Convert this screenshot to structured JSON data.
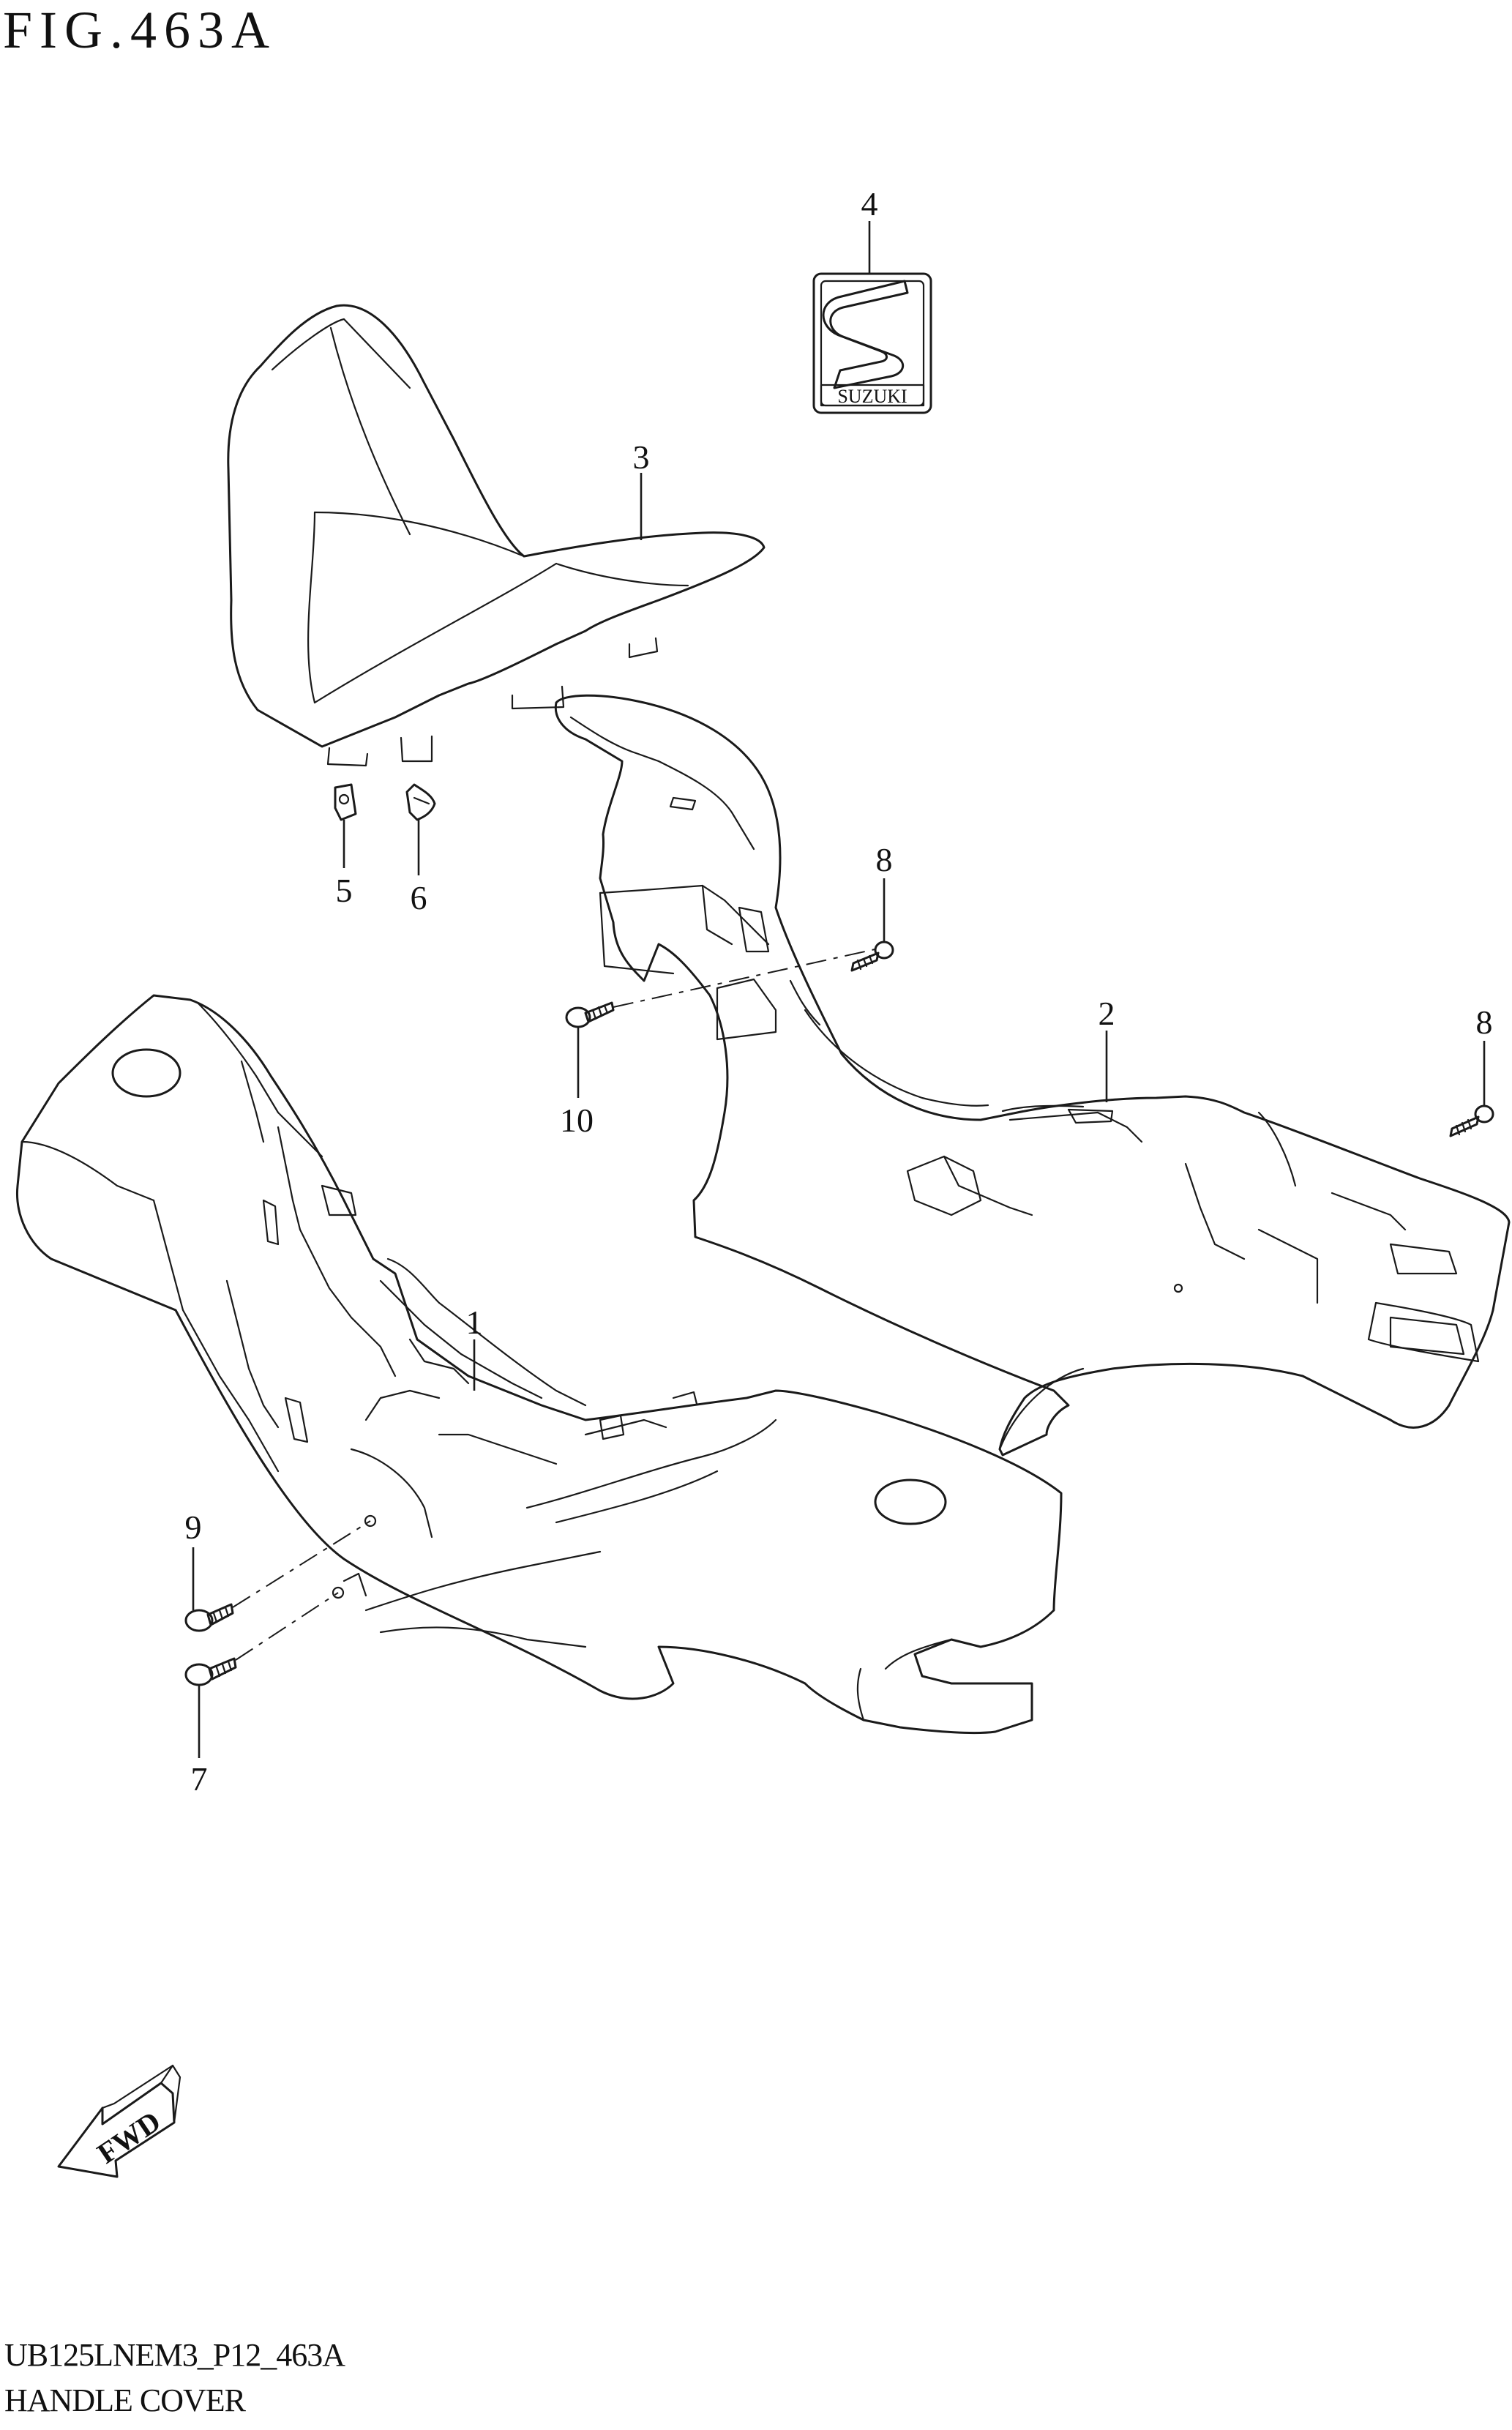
{
  "figure": {
    "title": "FIG.463A",
    "code": "UB125LNEM3_P12_463A",
    "name": "HANDLE COVER"
  },
  "callouts": [
    "1",
    "2",
    "3",
    "4",
    "5",
    "6",
    "7",
    "8",
    "8",
    "9",
    "10"
  ],
  "emblem": {
    "brand": "SUZUKI"
  },
  "direction": {
    "label": "FWD"
  }
}
